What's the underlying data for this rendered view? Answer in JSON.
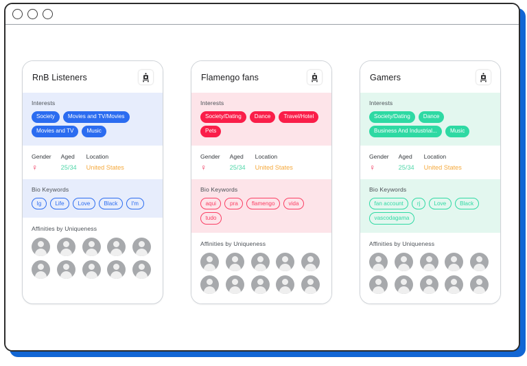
{
  "window": {
    "traffic_lights": [
      "close",
      "minimize",
      "maximize"
    ]
  },
  "brand": {
    "logo_glyph": "a",
    "logo_name": "audiense-logo-icon"
  },
  "section_labels": {
    "interests": "Interests",
    "bio_keywords": "Bio Keywords",
    "affinities": "Affinities by Uniqueness",
    "gender": "Gender",
    "aged": "Aged",
    "location": "Location"
  },
  "colors": {
    "blue_chip": "#2b6cf0",
    "blue_tint": "#e7edfc",
    "blue_text": "#2b6cf0",
    "pink_chip": "#fa1e49",
    "pink_tint": "#fde4e9",
    "pink_text": "#fa3e63",
    "green_chip": "#2ed9a3",
    "green_tint": "#e3f7ef",
    "green_text": "#2ed9a3",
    "age_color": "#4fd6a8",
    "location_color": "#f5a93c",
    "gender_color": "#ef2d56",
    "avatar_gray": "#a7a9ac",
    "window_shadow_blue": "#1266d4"
  },
  "cards": [
    {
      "title": "RnB Listeners",
      "accent": "blue",
      "interests": [
        "Society",
        "Movies and TV/Movies",
        "Movies and TV",
        "Music"
      ],
      "gender_symbol": "♀",
      "aged": "25/34",
      "location": "United States",
      "bio_keywords": [
        "Ig",
        "Life",
        "Love",
        "Black",
        "I'm"
      ],
      "affinities_count": 10
    },
    {
      "title": "Flamengo fans",
      "accent": "pink",
      "interests": [
        "Society/Dating",
        "Dance",
        "Travel/Hotel",
        "Pets"
      ],
      "gender_symbol": "♀",
      "aged": "25/34",
      "location": "United States",
      "bio_keywords": [
        "aqui",
        "pra",
        "flamengo",
        "vida",
        "tudo"
      ],
      "affinities_count": 10
    },
    {
      "title": "Gamers",
      "accent": "green",
      "interests": [
        "Society/Dating",
        "Dance",
        "Business And Industrial...",
        "Music"
      ],
      "gender_symbol": "♀",
      "aged": "25/34",
      "location": "United States",
      "bio_keywords": [
        "fan account",
        "rj",
        "Love",
        "Black",
        "vascodagama"
      ],
      "affinities_count": 10
    }
  ]
}
